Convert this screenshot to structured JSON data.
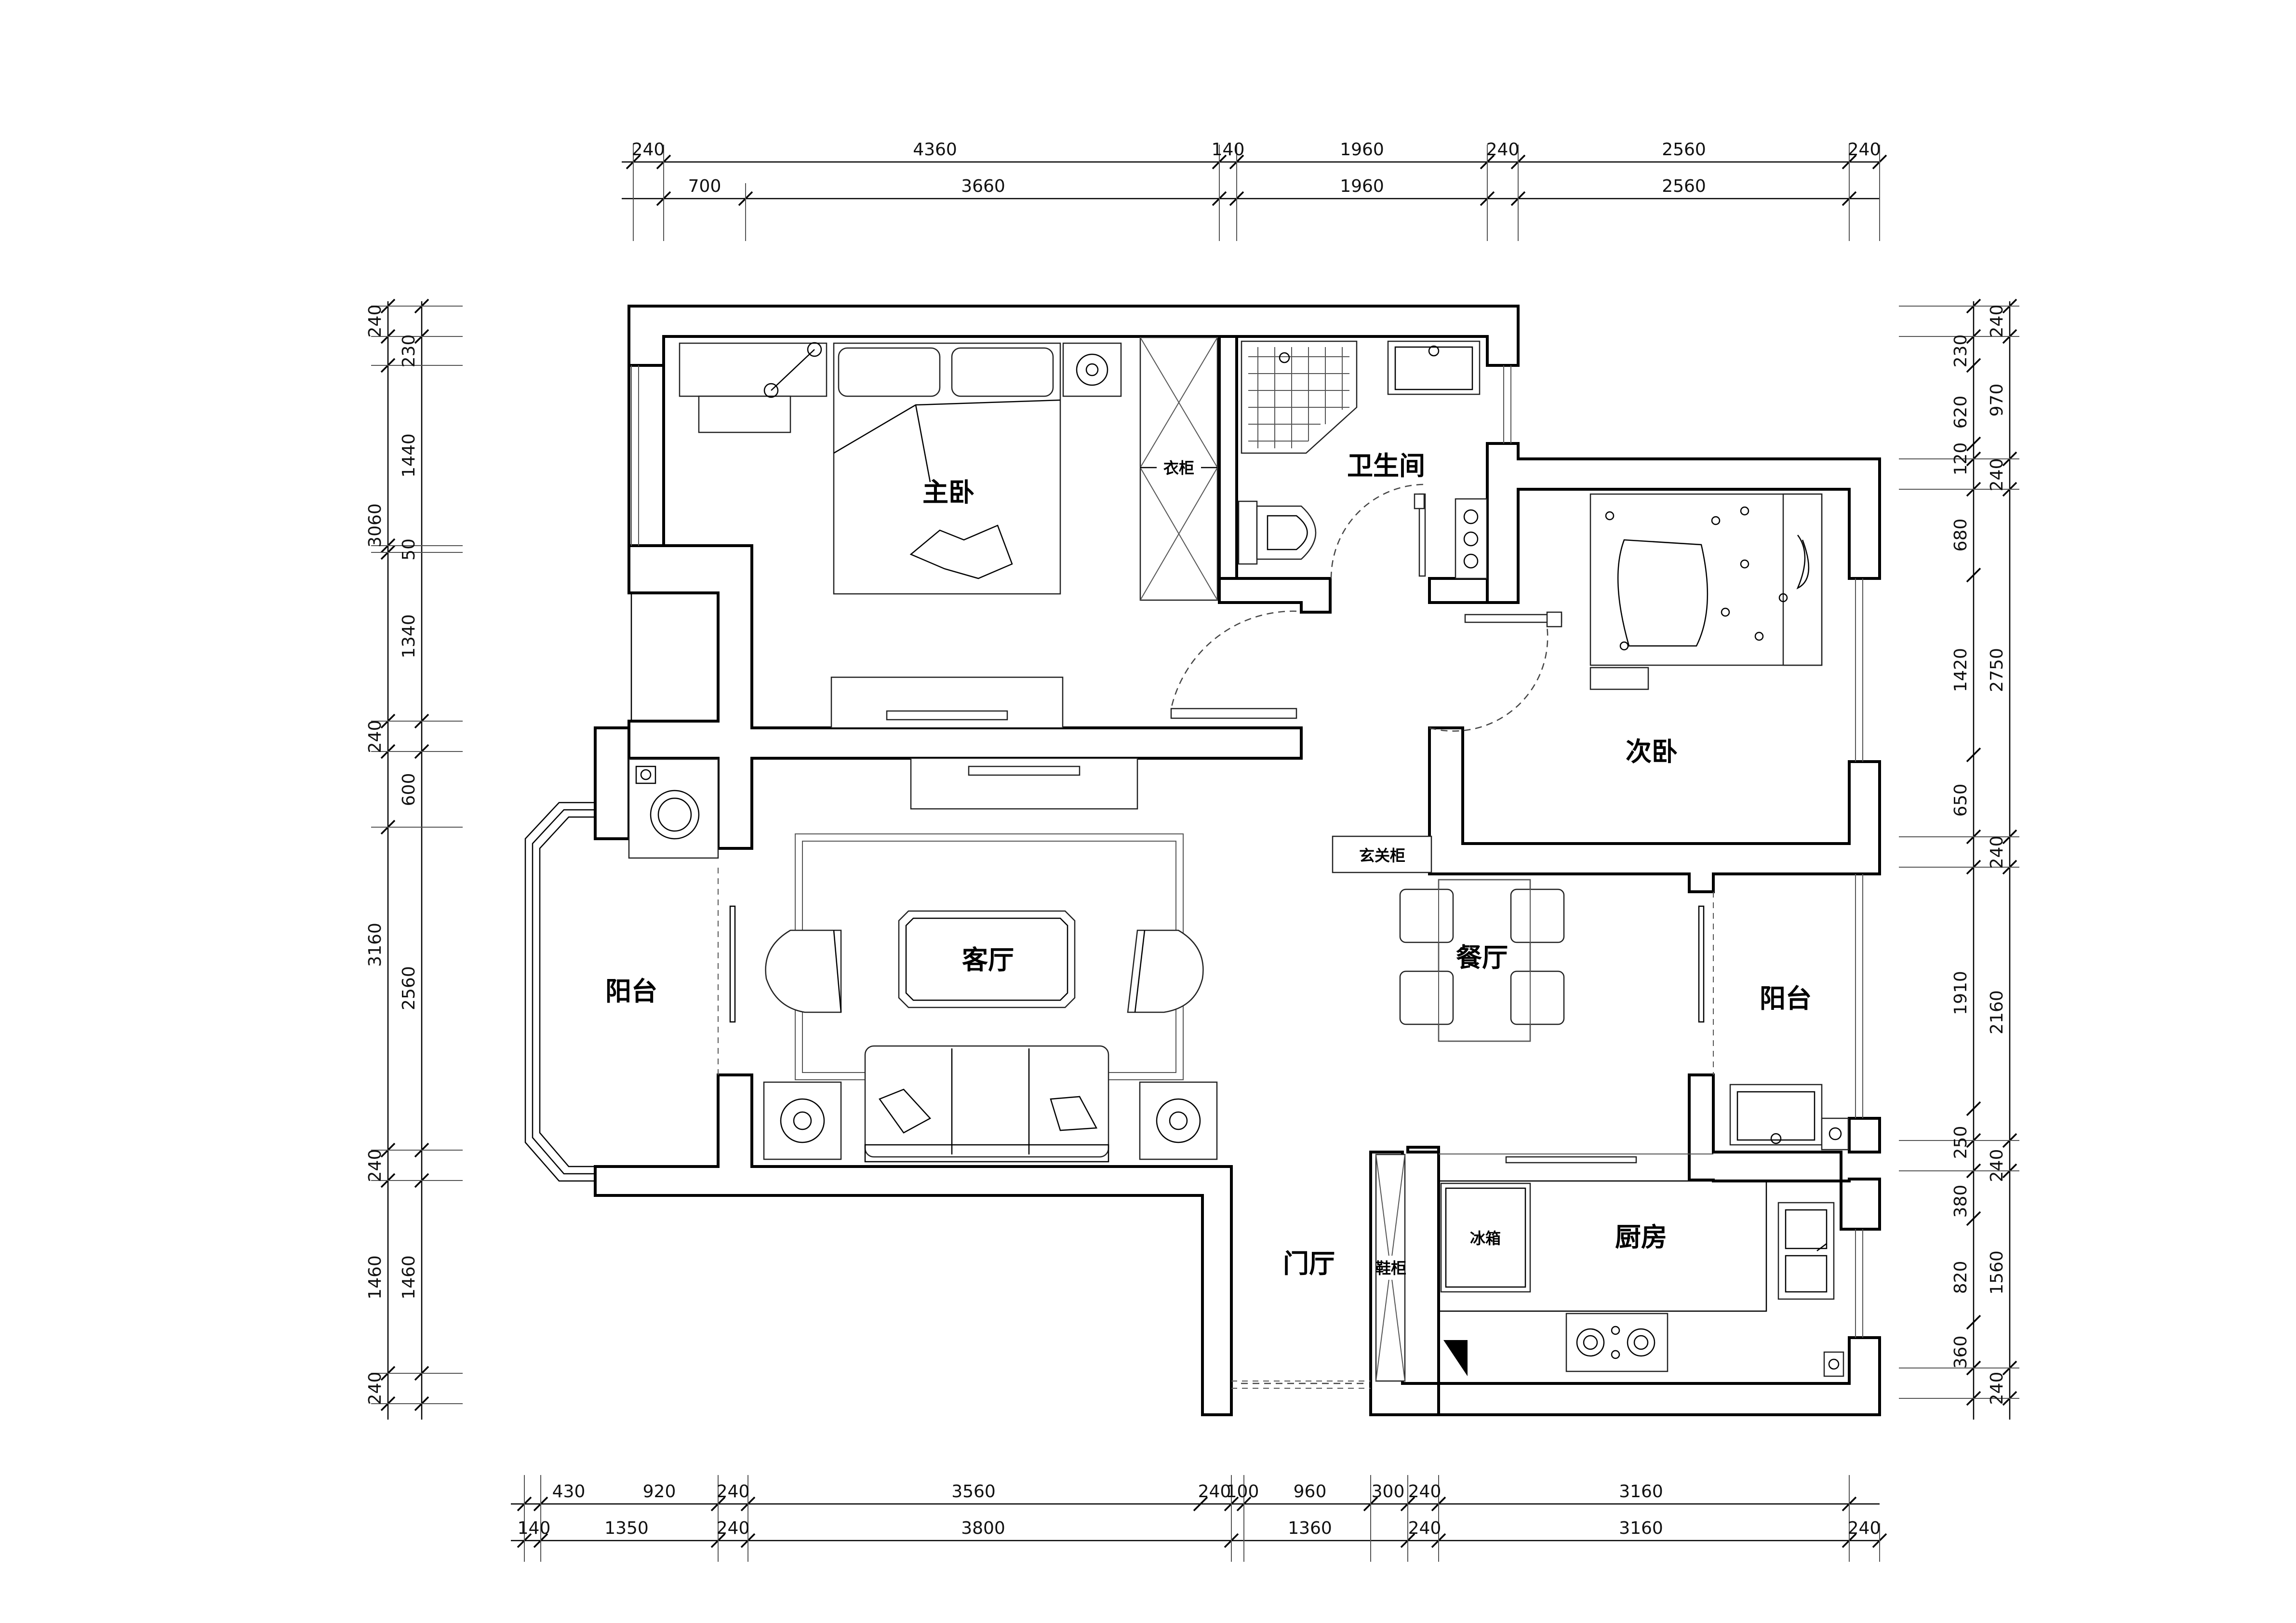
{
  "rooms": {
    "master_bedroom": "主卧",
    "bathroom": "卫生间",
    "second_bedroom": "次卧",
    "living_room": "客厅",
    "balcony_left": "阳台",
    "balcony_right": "阳台",
    "dining_room": "餐厅",
    "foyer": "门厅",
    "kitchen": "厨房"
  },
  "labels": {
    "wardrobe": "衣柜",
    "entry_cabinet": "玄关柜",
    "shoe_cabinet": "鞋柜",
    "fridge": "冰箱"
  },
  "dimensions": {
    "top_row1": [
      "240",
      "4360",
      "140",
      "1960",
      "240",
      "2560",
      "240"
    ],
    "top_row2": [
      "700",
      "3660",
      "1960",
      "2560"
    ],
    "bottom_row1": [
      "430",
      "920",
      "240",
      "3560",
      "240",
      "100",
      "960",
      "300",
      "240",
      "3160"
    ],
    "bottom_row2": [
      "140",
      "1350",
      "240",
      "3800",
      "1360",
      "240",
      "3160",
      "240"
    ],
    "left_col1": [
      "240",
      "230",
      "1440",
      "50",
      "1340",
      "240",
      "600",
      "2560",
      "240",
      "1460",
      "240"
    ],
    "left_col2": [
      "3060",
      "3160",
      "1460"
    ],
    "right_col1": [
      "240",
      "230",
      "620",
      "120",
      "240",
      "680",
      "1420",
      "650",
      "240",
      "1910",
      "250",
      "240",
      "380",
      "820",
      "360",
      "240"
    ],
    "right_col2": [
      "970",
      "2750",
      "2160",
      "1560"
    ]
  }
}
